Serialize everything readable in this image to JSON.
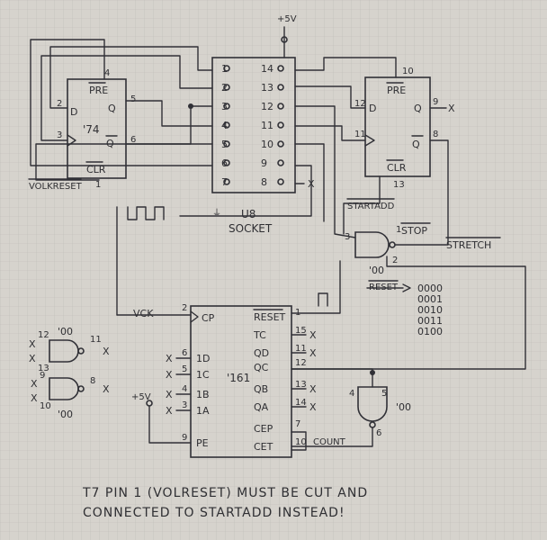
{
  "power": {
    "vcc": "+5V",
    "vcc_left": "+5V"
  },
  "ff74_left": {
    "name": "'74",
    "pre": "PRE",
    "clr": "CLR",
    "d": "D",
    "q": "Q",
    "qbar": "Q",
    "pin_pre": "4",
    "pin_d": "2",
    "pin_clk": "3",
    "pin_q": "5",
    "pin_qbar": "6",
    "pin_clr": "1"
  },
  "socket": {
    "name": "U8",
    "subtitle": "SOCKET",
    "left_pins": [
      "1",
      "2",
      "3",
      "4",
      "5",
      "6",
      "7"
    ],
    "right_pins": [
      "14",
      "13",
      "12",
      "11",
      "10",
      "9",
      "8"
    ]
  },
  "ff74_right": {
    "pre": "PRE",
    "clr": "CLR",
    "d": "D",
    "q": "Q",
    "qbar": "Q",
    "pin_pre": "10",
    "pin_d": "12",
    "pin_clk": "11",
    "pin_q": "9",
    "pin_qbar": "8",
    "pin_clr": "13"
  },
  "nand_stop": {
    "name": "'00",
    "pin_a": "3",
    "pin_b": "1",
    "pin_out": "2"
  },
  "nand_spare": {
    "name": "'00",
    "pins_top": [
      "12",
      "13",
      "11"
    ],
    "pins_bottom": [
      "9",
      "10",
      "8"
    ]
  },
  "nand_bottom": {
    "name": "'00",
    "pin_a": "4",
    "pin_b": "5",
    "pin_out": "6"
  },
  "counter161": {
    "name": "'161",
    "left": [
      "1D",
      "1C",
      "1B",
      "1A",
      "PE"
    ],
    "left_pins": [
      "6",
      "5",
      "4",
      "3",
      "9"
    ],
    "right": [
      "RESET",
      "TC",
      "QD",
      "QC",
      "QB",
      "QA",
      "CEP",
      "CET"
    ],
    "right_pins": [
      "1",
      "15",
      "11",
      "12",
      "13",
      "14",
      "7",
      "10"
    ],
    "cp": "CP",
    "cp_pin": "2"
  },
  "signals": {
    "volkreset": "VOLKRESET",
    "startadd": "STARTADD",
    "stop": "STOP",
    "stretch": "STRETCH",
    "vck": "VCK",
    "reset": "RESET",
    "count": "COUNT",
    "nc": "X"
  },
  "sequence": [
    "0000",
    "0001",
    "0010",
    "0011",
    "0100"
  ],
  "note": {
    "line1": "T7 PIN 1 (VOLRESET) MUST BE CUT AND",
    "line2": "CONNECTED TO STARTADD INSTEAD!"
  }
}
